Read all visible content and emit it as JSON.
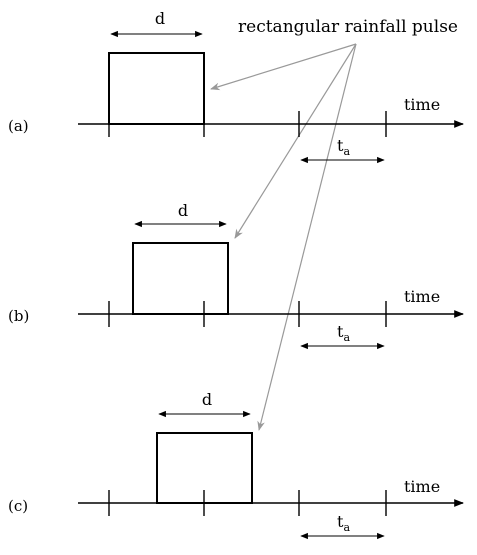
{
  "annotation": {
    "label": "rectangular rainfall pulse"
  },
  "panels": [
    {
      "id": "a",
      "label": "(a)",
      "axis_label": "time",
      "pulse_width_label": "d",
      "ta_label": "t",
      "ta_sub": "a"
    },
    {
      "id": "b",
      "label": "(b)",
      "axis_label": "time",
      "pulse_width_label": "d",
      "ta_label": "t",
      "ta_sub": "a"
    },
    {
      "id": "c",
      "label": "(c)",
      "axis_label": "time",
      "pulse_width_label": "d",
      "ta_label": "t",
      "ta_sub": "a"
    }
  ],
  "colors": {
    "line": "#000000",
    "pointer": "#a0a0a0"
  }
}
